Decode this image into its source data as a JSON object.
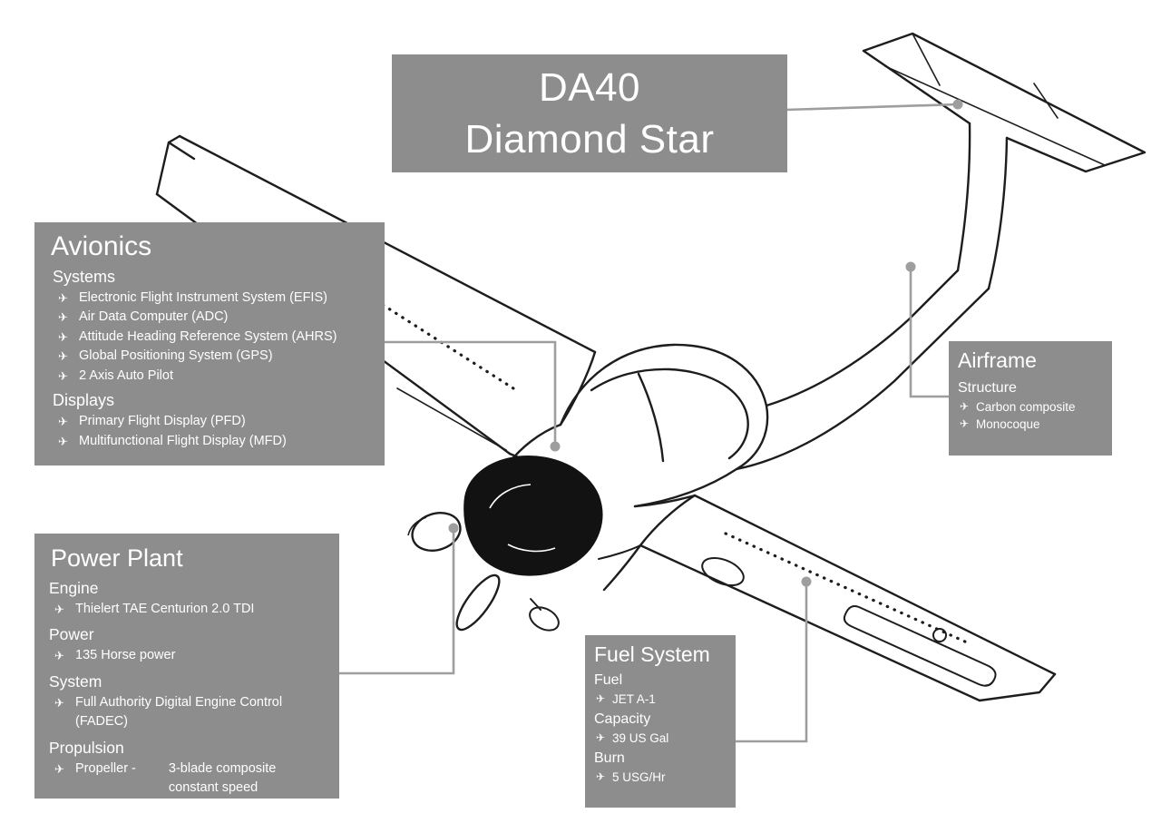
{
  "title_box": {
    "line1": "DA40",
    "line2": "Diamond Star"
  },
  "bullet_icon": "✈",
  "colors": {
    "box_bg": "#8d8d8d",
    "box_text": "#ffffff",
    "leader_line": "#9e9e9e",
    "drawing_ink": "#1d1d1d"
  },
  "boxes": {
    "avionics": {
      "title": "Avionics",
      "sections": [
        {
          "heading": "Systems",
          "items": [
            "Electronic Flight Instrument System (EFIS)",
            "Air Data Computer (ADC)",
            "Attitude Heading Reference System (AHRS)",
            "Global Positioning System (GPS)",
            "2 Axis Auto Pilot"
          ]
        },
        {
          "heading": "Displays",
          "items": [
            "Primary Flight Display (PFD)",
            "Multifunctional Flight Display (MFD)"
          ]
        }
      ]
    },
    "airframe": {
      "title": "Airframe",
      "sections": [
        {
          "heading": "Structure",
          "items": [
            "Carbon composite",
            "Monocoque"
          ]
        }
      ]
    },
    "power_plant": {
      "title": "Power Plant",
      "sections": [
        {
          "heading": "Engine",
          "items": [
            "Thielert TAE Centurion 2.0 TDI"
          ]
        },
        {
          "heading": "Power",
          "items": [
            "135 Horse power"
          ]
        },
        {
          "heading": "System",
          "items": [
            "Full Authority Digital Engine Control (FADEC)"
          ]
        },
        {
          "heading": "Propulsion",
          "items": [
            "Propeller -"
          ]
        }
      ],
      "propeller_detail": "3-blade composite\nconstant speed"
    },
    "fuel_system": {
      "title": "Fuel System",
      "sections": [
        {
          "heading": "Fuel",
          "items": [
            "JET A-1"
          ]
        },
        {
          "heading": "Capacity",
          "items": [
            "39 US Gal"
          ]
        },
        {
          "heading": "Burn",
          "items": [
            "5 USG/Hr"
          ]
        }
      ]
    }
  }
}
